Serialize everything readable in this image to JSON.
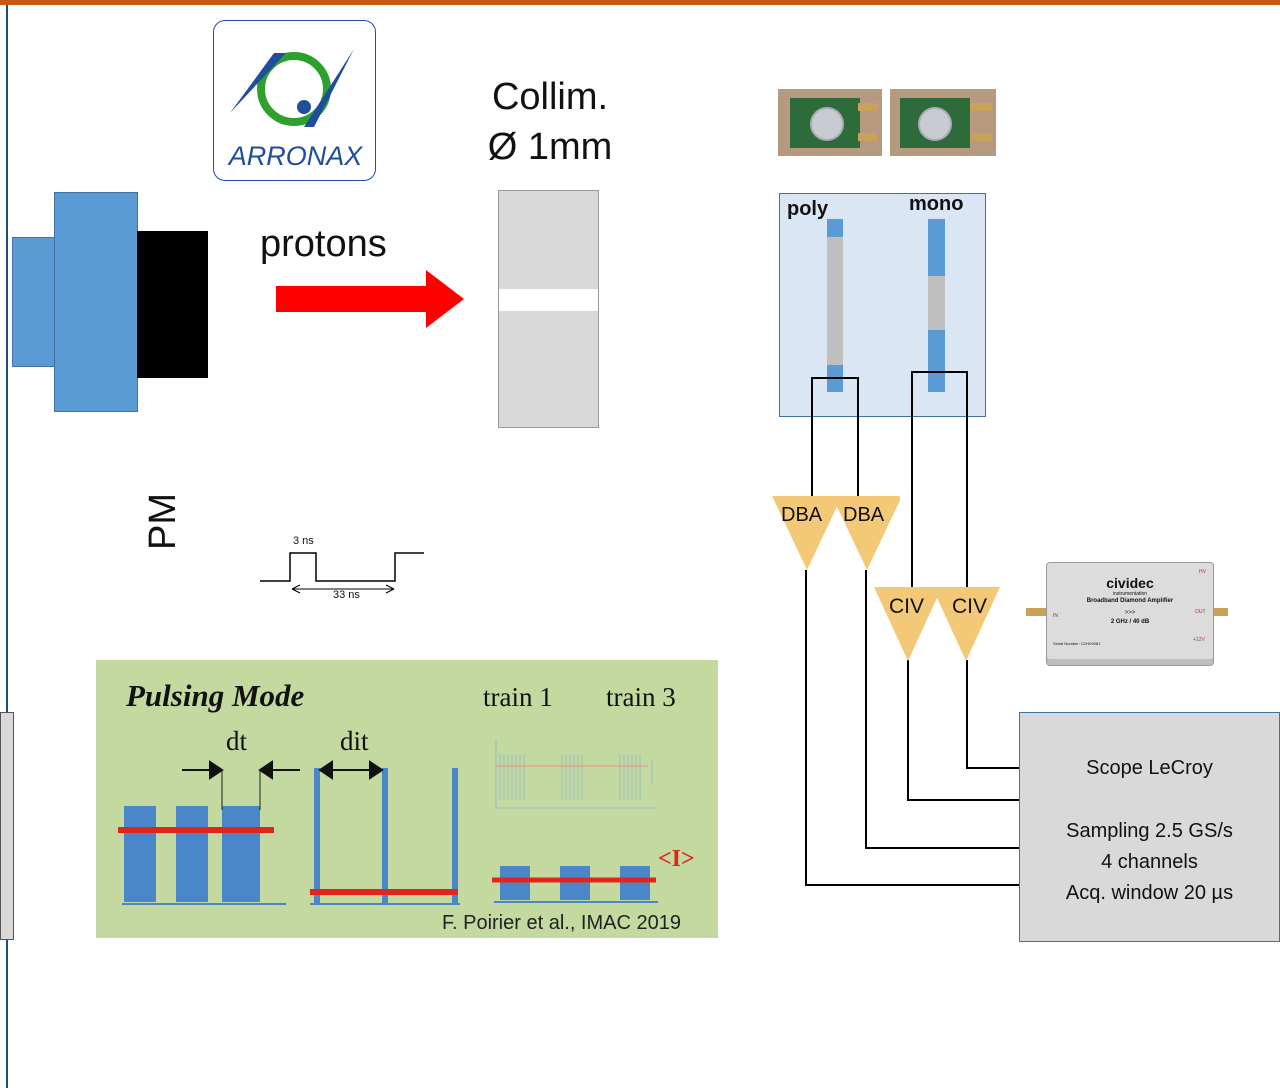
{
  "logo": {
    "text": "ARRONAX",
    "ring_color": "#2ea02e",
    "accent_color": "#1f4e9a"
  },
  "pm": {
    "label": "PM"
  },
  "beam": {
    "label": "protons",
    "arrow_color": "#ff0000"
  },
  "collimator": {
    "label_line1": "Collim.",
    "label_line2": "Ø 1mm"
  },
  "detector_box": {
    "poly_label": "poly",
    "mono_label": "mono"
  },
  "amplifiers": {
    "dba_left": "DBA",
    "dba_right": "DBA",
    "civ_left": "CIV",
    "civ_right": "CIV",
    "color": "#f3c877"
  },
  "timing": {
    "pulse_width": "3 ns",
    "period": "33 ns"
  },
  "pulsing_panel": {
    "title": "Pulsing Mode",
    "dt": "dt",
    "dit": "dit",
    "train1": "train 1",
    "train3": "train 3",
    "mean_current": "<I>",
    "citation": "F. Poirier et al., IMAC 2019",
    "background": "#c3d9a0"
  },
  "cividec": {
    "brand": "cividec",
    "sub": "instrumentation",
    "product": "Broadband Diamond Amplifier",
    "arrows": ">>>",
    "spec": "2 GHz / 40 dB",
    "in": "IN",
    "out": "OUT",
    "hv": "HV",
    "plus12": "+12V",
    "serial": "Serial Number: C2HV0081"
  },
  "scope": {
    "title": "Scope LeCroy",
    "line1": "Sampling 2.5 GS/s",
    "line2": "4 channels",
    "line3": "Acq. window 20 µs"
  },
  "colors": {
    "top_border": "#c55a11",
    "pm_blue": "#5b9bd5",
    "box_fill": "#dbe6f4",
    "gray_box": "#d9d9d9"
  }
}
